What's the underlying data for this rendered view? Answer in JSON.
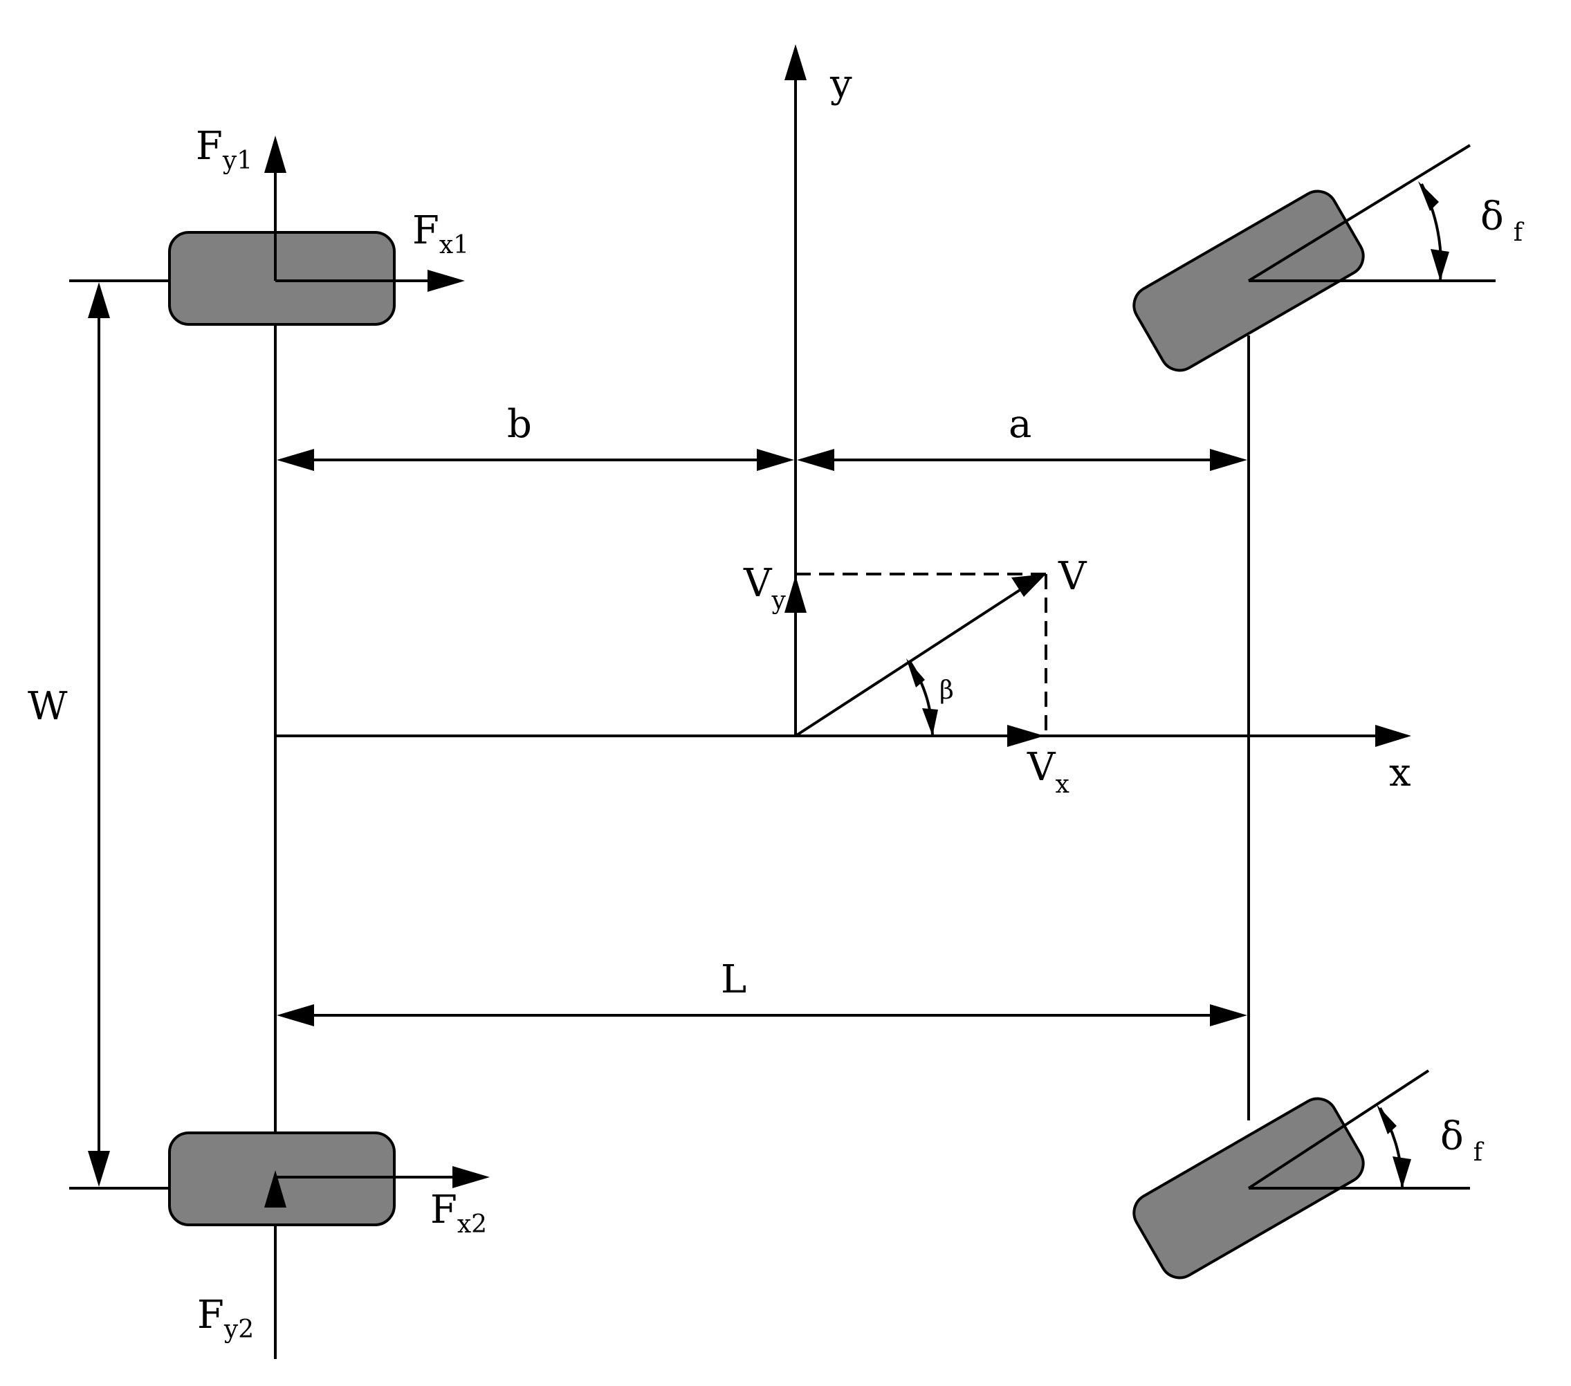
{
  "axes": {
    "x": "x",
    "y": "y"
  },
  "dimensions": {
    "a": "a",
    "b": "b",
    "L": "L",
    "W": "W"
  },
  "velocity": {
    "V": "V",
    "Vx_main": "V",
    "Vx_sub": "x",
    "Vy_main": "V",
    "Vy_sub": "y",
    "beta": "β"
  },
  "forces": {
    "Fy1_main": "F",
    "Fy1_sub": "y1",
    "Fx1_main": "F",
    "Fx1_sub": "x1",
    "Fy2_main": "F",
    "Fy2_sub": "y2",
    "Fx2_main": "F",
    "Fx2_sub": "x2"
  },
  "steer": {
    "top_main": "δ",
    "top_sub": "f",
    "bottom_main": "δ",
    "bottom_sub": "f"
  },
  "colors": {
    "wheel_fill": "#808080",
    "line": "#000000"
  }
}
